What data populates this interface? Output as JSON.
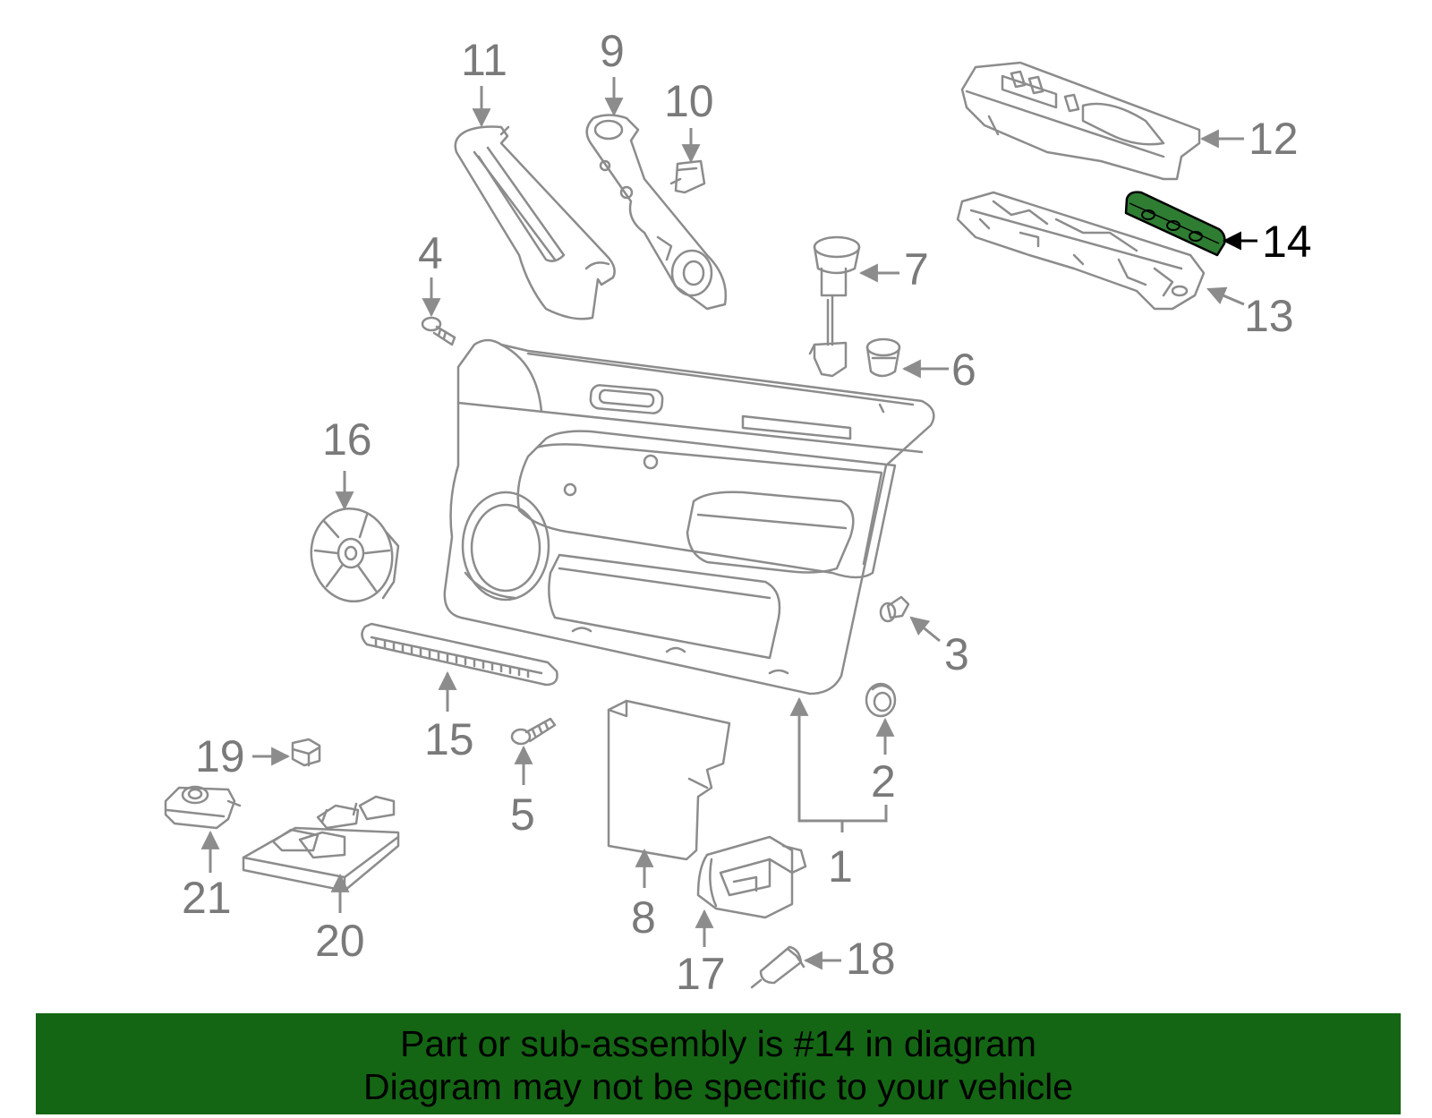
{
  "colors": {
    "line": "#8c8c8c",
    "label": "#7a7a7a",
    "highlight_fill": "#2e7d32",
    "highlight_stroke": "#000000",
    "highlight_label": "#000000",
    "banner": "#146614"
  },
  "parts": [
    {
      "id": "1",
      "label": "1"
    },
    {
      "id": "2",
      "label": "2"
    },
    {
      "id": "3",
      "label": "3"
    },
    {
      "id": "4",
      "label": "4"
    },
    {
      "id": "5",
      "label": "5"
    },
    {
      "id": "6",
      "label": "6"
    },
    {
      "id": "7",
      "label": "7"
    },
    {
      "id": "8",
      "label": "8"
    },
    {
      "id": "9",
      "label": "9"
    },
    {
      "id": "10",
      "label": "10"
    },
    {
      "id": "11",
      "label": "11"
    },
    {
      "id": "12",
      "label": "12"
    },
    {
      "id": "13",
      "label": "13"
    },
    {
      "id": "14",
      "label": "14"
    },
    {
      "id": "15",
      "label": "15"
    },
    {
      "id": "16",
      "label": "16"
    },
    {
      "id": "17",
      "label": "17"
    },
    {
      "id": "18",
      "label": "18"
    },
    {
      "id": "19",
      "label": "19"
    },
    {
      "id": "20",
      "label": "20"
    },
    {
      "id": "21",
      "label": "21"
    }
  ],
  "highlighted_part": "14",
  "banner": {
    "line1": "Part or sub-assembly is #14 in diagram",
    "line2": "Diagram may not be specific to your vehicle"
  }
}
